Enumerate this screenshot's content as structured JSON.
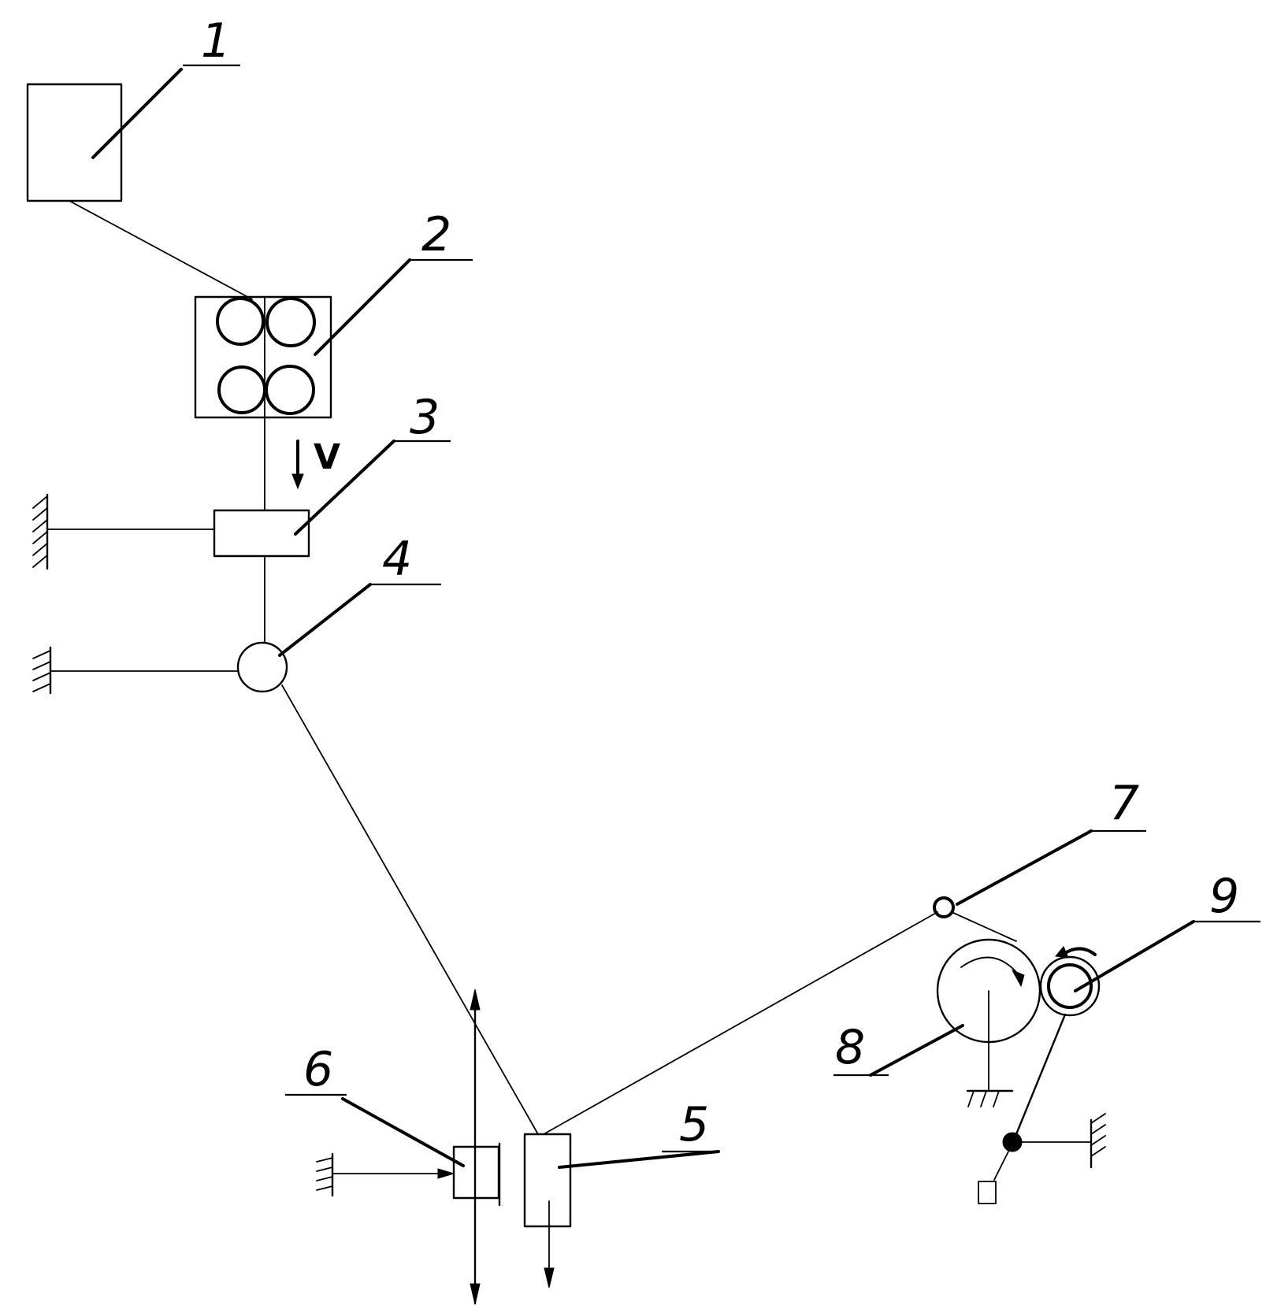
{
  "labels": {
    "l1": "1",
    "l2": "2",
    "l3": "3",
    "l4": "4",
    "l5": "5",
    "l6": "6",
    "l7": "7",
    "l8": "8",
    "l9": "9",
    "speed": "V"
  }
}
